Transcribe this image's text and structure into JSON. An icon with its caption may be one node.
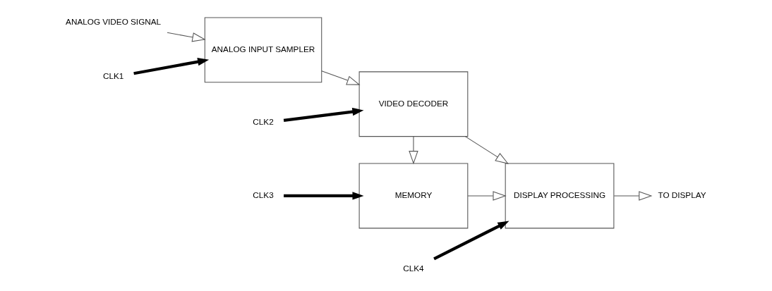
{
  "diagram": {
    "nodes": [
      {
        "text": [
          "ANALOG VIDEO SIGNAL"
        ]
      },
      {
        "text": [
          "ANALOG INPUT SAMPLER"
        ]
      },
      {
        "text": [
          "VIDEO DECODER"
        ]
      },
      {
        "text": [
          "MEMORY"
        ]
      },
      {
        "text": [
          "DISPLAY PROCESSING"
        ]
      },
      {
        "text": [
          "TO DISPLAY"
        ]
      },
      {
        "text": [
          "CLK1"
        ]
      },
      {
        "text": [
          "CLK2"
        ]
      },
      {
        "text": [
          "CLK3"
        ]
      },
      {
        "text": [
          "CLK4"
        ]
      }
    ],
    "edges": [
      {
        "from": 0,
        "to": 1,
        "arrow": "to"
      },
      {
        "from": 1,
        "to": 2,
        "arrow": "to"
      },
      {
        "from": 2,
        "to": 3,
        "arrow": "to"
      },
      {
        "from": 2,
        "to": 4,
        "arrow": "to"
      },
      {
        "from": 3,
        "to": 4,
        "arrow": "to"
      },
      {
        "from": 4,
        "to": 5,
        "arrow": "to"
      },
      {
        "from": 6,
        "to": 1,
        "arrow": "to",
        "style": "thick"
      },
      {
        "from": 7,
        "to": 2,
        "arrow": "to",
        "style": "thick"
      },
      {
        "from": 8,
        "to": 3,
        "arrow": "to",
        "style": "thick"
      },
      {
        "from": 9,
        "to": 4,
        "arrow": "to",
        "style": "thick"
      }
    ]
  }
}
